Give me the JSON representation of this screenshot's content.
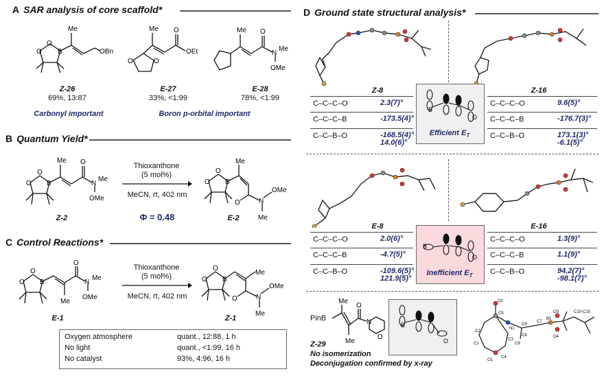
{
  "sectionA": {
    "letter": "A",
    "title": "SAR analysis of core scaffold*",
    "compounds": [
      {
        "name": "Z-26",
        "result": "69%, 13:87"
      },
      {
        "name": "E-27",
        "result": "33%, <1:99"
      },
      {
        "name": "E-28",
        "result": "78%, <1:99"
      }
    ],
    "note_left": "Carbonyl important",
    "note_right": "Boron p-orbital important",
    "labels": {
      "me": "Me",
      "obn": "OBn",
      "oet": "OEt",
      "n": "N",
      "ome": "OMe",
      "o": "O",
      "b": "B"
    }
  },
  "sectionB": {
    "letter": "B",
    "title": "Quantum Yield*",
    "catalyst": "Thioxanthone",
    "loading": "(5 mol%)",
    "conditions": "MeCN, rt, 402 nm",
    "phi": "Φ = 0.48",
    "start": "Z-2",
    "product": "E-2"
  },
  "sectionC": {
    "letter": "C",
    "title": "Control Reactions*",
    "catalyst": "Thioxanthone",
    "loading": "(5 mol%)",
    "conditions": "MeCN, rt, 402 nm",
    "start": "E-1",
    "product": "Z-1",
    "controls": [
      {
        "condition": "Oxygen atmosphere",
        "result": "quant., 12:88, 1 h"
      },
      {
        "condition": "No light",
        "result": "quant., <1:99, 16 h"
      },
      {
        "condition": "No catalyst",
        "result": "93%, 4:96, 16 h"
      }
    ]
  },
  "sectionD": {
    "letter": "D",
    "title": "Ground state structural analysis*",
    "tables": [
      {
        "name": "Z-8",
        "rows": [
          {
            "bond": "C–C–C–O",
            "angle": "2.3(7)°"
          },
          {
            "bond": "C–C–C–B",
            "angle": "-173.5(4)°"
          },
          {
            "bond": "C–C–B–O",
            "angle": "-168.5(4)°",
            "angle2": "14.0(6)°"
          }
        ]
      },
      {
        "name": "Z-16",
        "rows": [
          {
            "bond": "C–C–C–O",
            "angle": "9.6(5)°"
          },
          {
            "bond": "C–C–C–B",
            "angle": "-176.7(3)°"
          },
          {
            "bond": "C–C–B–O",
            "angle": "173.1(3)°",
            "angle2": "-6.1(5)°"
          }
        ]
      },
      {
        "name": "E-8",
        "rows": [
          {
            "bond": "C–C–C–O",
            "angle": "2.0(6)°"
          },
          {
            "bond": "C–C–C–B",
            "angle": "-4.7(5)°"
          },
          {
            "bond": "C–C–B–O",
            "angle": "-109.6(5)°",
            "angle2": "121.9(5)°"
          }
        ]
      },
      {
        "name": "E-16",
        "rows": [
          {
            "bond": "C–C–C–O",
            "angle": "1.3(9)°"
          },
          {
            "bond": "C–C–C–B",
            "angle": "1.1(9)°"
          },
          {
            "bond": "C–C–B–O",
            "angle": "94.2(7)°",
            "angle2": "-98.1(7)°"
          }
        ]
      }
    ],
    "efficient": "Efficient E",
    "inefficient": "Inefficient E",
    "sub_t": "T",
    "z29": {
      "name": "Z-29",
      "pinb": "PinB",
      "me": "Me",
      "note1": "No isomerization",
      "note2": "Deconjugation confirmed by x-ray"
    },
    "atom_labels": [
      "O2",
      "C5",
      "N1",
      "C2",
      "C3",
      "C1",
      "C4",
      "O1",
      "C6",
      "C7",
      "C8",
      "C9",
      "B1",
      "O3",
      "O4",
      "C10-C15"
    ]
  },
  "colors": {
    "navy": "#1f2a6b",
    "pink": "#fadadd",
    "grey_box": "#f0f0f0",
    "oxygen": "#e03030",
    "boron": "#e08020",
    "nitrogen": "#3050c0",
    "sulfur": "#e0a040"
  }
}
